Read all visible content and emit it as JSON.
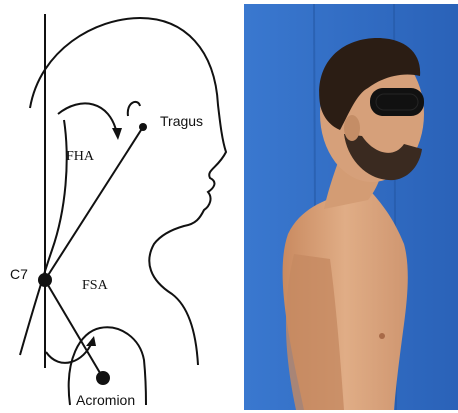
{
  "diagram": {
    "labels": {
      "tragus": "Tragus",
      "fha": "FHA",
      "c7": "C7",
      "fsa": "FSA",
      "acromion": "Acromion"
    }
  },
  "photo": {
    "subject": "lateral-view-standing-man",
    "background_color": "#2f6fc9",
    "skin_color": "#d9a37a",
    "privacy_mask_color": "#111111"
  }
}
